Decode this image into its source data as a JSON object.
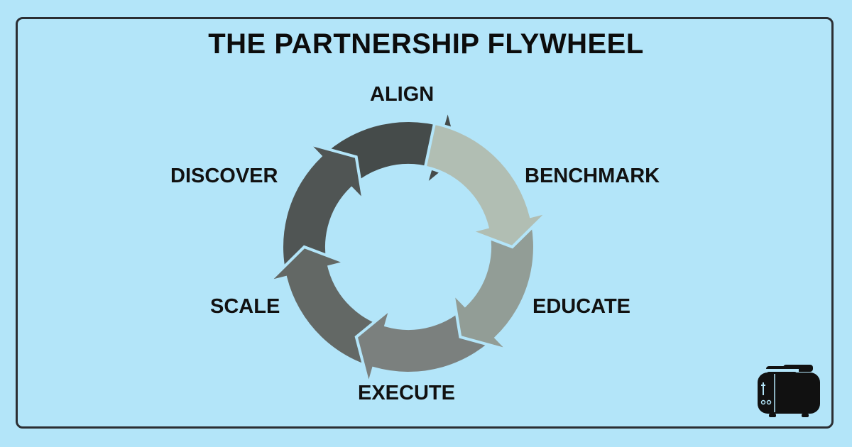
{
  "title": "THE PARTNERSHIP FLYWHEEL",
  "stages": [
    {
      "label": "ALIGN",
      "color": "#b1beb3"
    },
    {
      "label": "BENCHMARK",
      "color": "#929d96"
    },
    {
      "label": "EDUCATE",
      "color": "#7b807e"
    },
    {
      "label": "EXECUTE",
      "color": "#636865"
    },
    {
      "label": "SCALE",
      "color": "#505554"
    },
    {
      "label": "DISCOVER",
      "color": "#454b4a"
    }
  ],
  "logo": {
    "icon": "toaster-icon"
  },
  "colors": {
    "background": "#b3e5f9",
    "border": "#2b2e33",
    "text": "#0c0c0c"
  }
}
